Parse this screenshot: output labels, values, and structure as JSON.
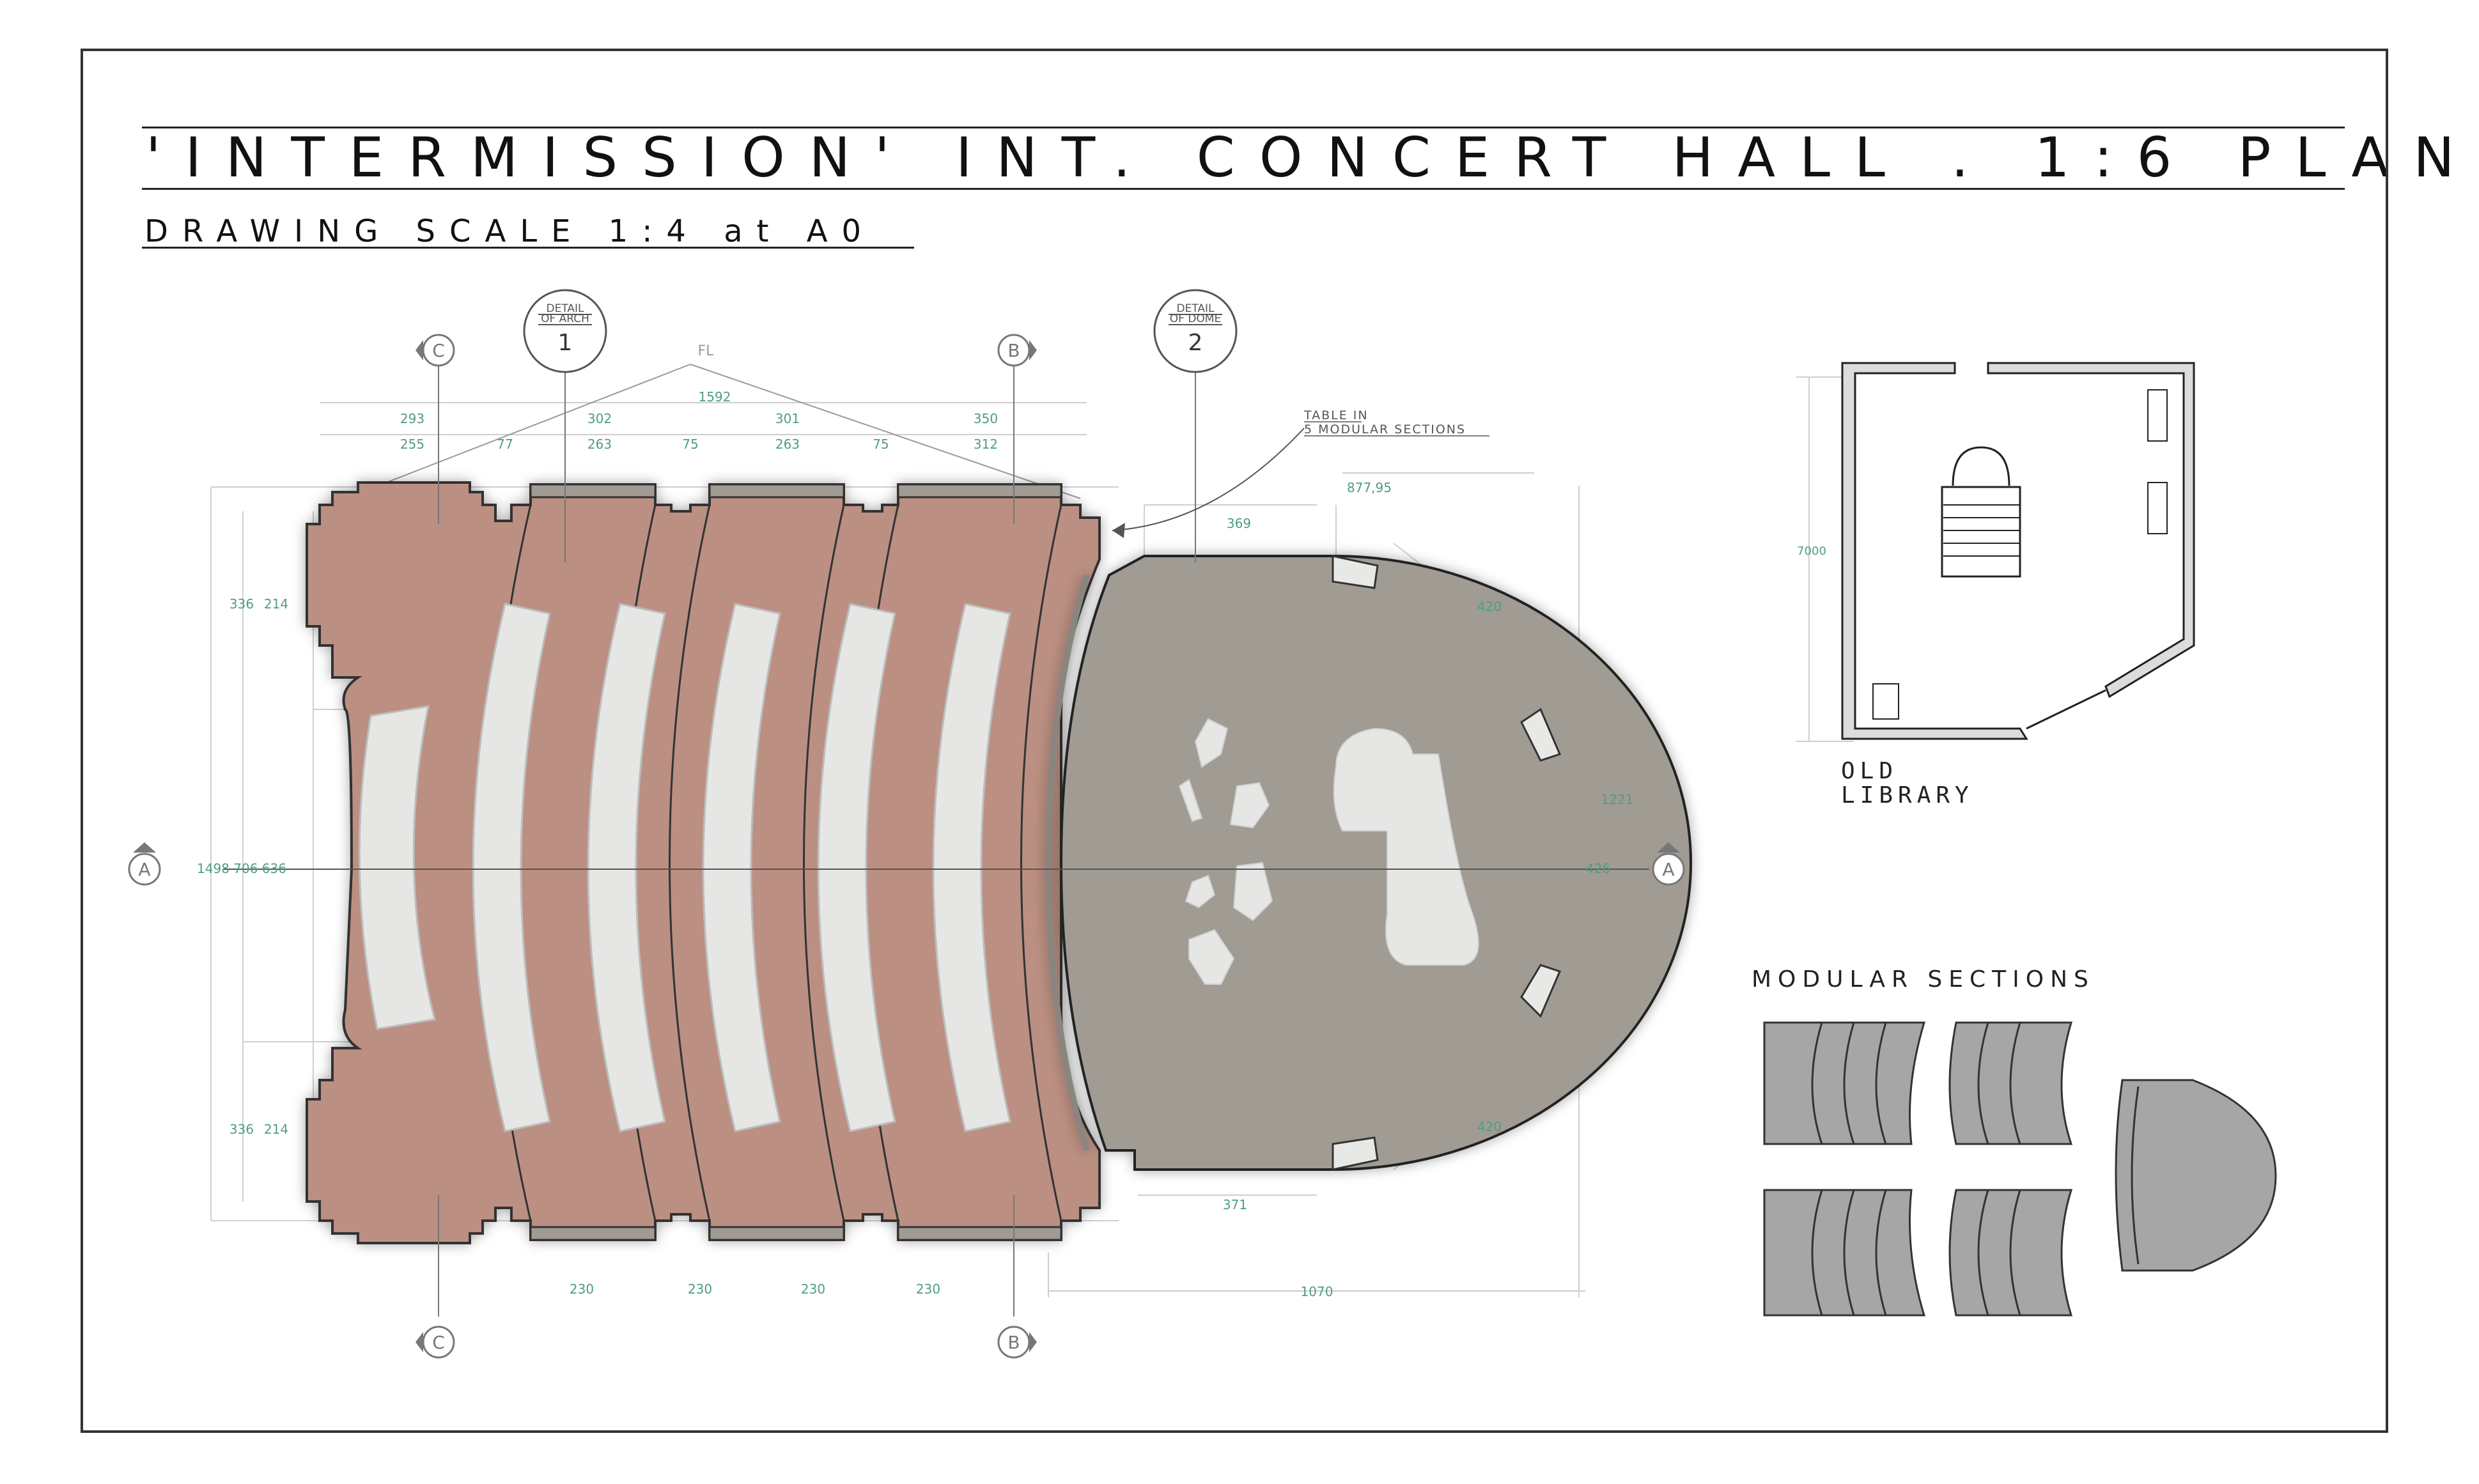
{
  "sheet": {
    "title": "'INTERMISSION' INT. CONCERT HALL . 1:6 PLAN",
    "subtitle": "DRAWING SCALE 1:4 at A0"
  },
  "markers": {
    "section_c": "C",
    "section_b": "B",
    "section_a": "A",
    "detail_arch": {
      "line1": "DETAIL",
      "line2": "OF ARCH",
      "number": "1"
    },
    "detail_dome": {
      "line1": "DETAIL",
      "line2": "OF DOME",
      "number": "2"
    }
  },
  "annotations": {
    "fl": "FL",
    "table_note_line1": "TABLE IN",
    "table_note_line2": "5 MODULAR SECTIONS",
    "old_library": "OLD\nLIBRARY",
    "modular_sections": "MODULAR SECTIONS"
  },
  "dimensions": {
    "top_row1": [
      "293",
      "302",
      "1592",
      "301",
      "350"
    ],
    "top_row2": [
      "255",
      "77",
      "263",
      "75",
      "263",
      "75",
      "312"
    ],
    "dome_top": [
      "369",
      "877,95"
    ],
    "dome_right": [
      "420",
      "1221",
      "426",
      "420"
    ],
    "left_upper": [
      "336",
      "214"
    ],
    "left_lower": [
      "336",
      "214"
    ],
    "left_mid": "1498  706  636",
    "bottom_row": [
      "230",
      "230",
      "230",
      "230"
    ],
    "bottom_dome": [
      "371",
      "1070"
    ],
    "library": "7000"
  },
  "colors": {
    "seating_floor": "#bb8f82",
    "stage_floor": "#a09b93",
    "bench": "#e6e6e4",
    "linework": "#2a2a2a",
    "dimension_text": "#4f9e7c",
    "module_fill": "#a6a6a6"
  }
}
